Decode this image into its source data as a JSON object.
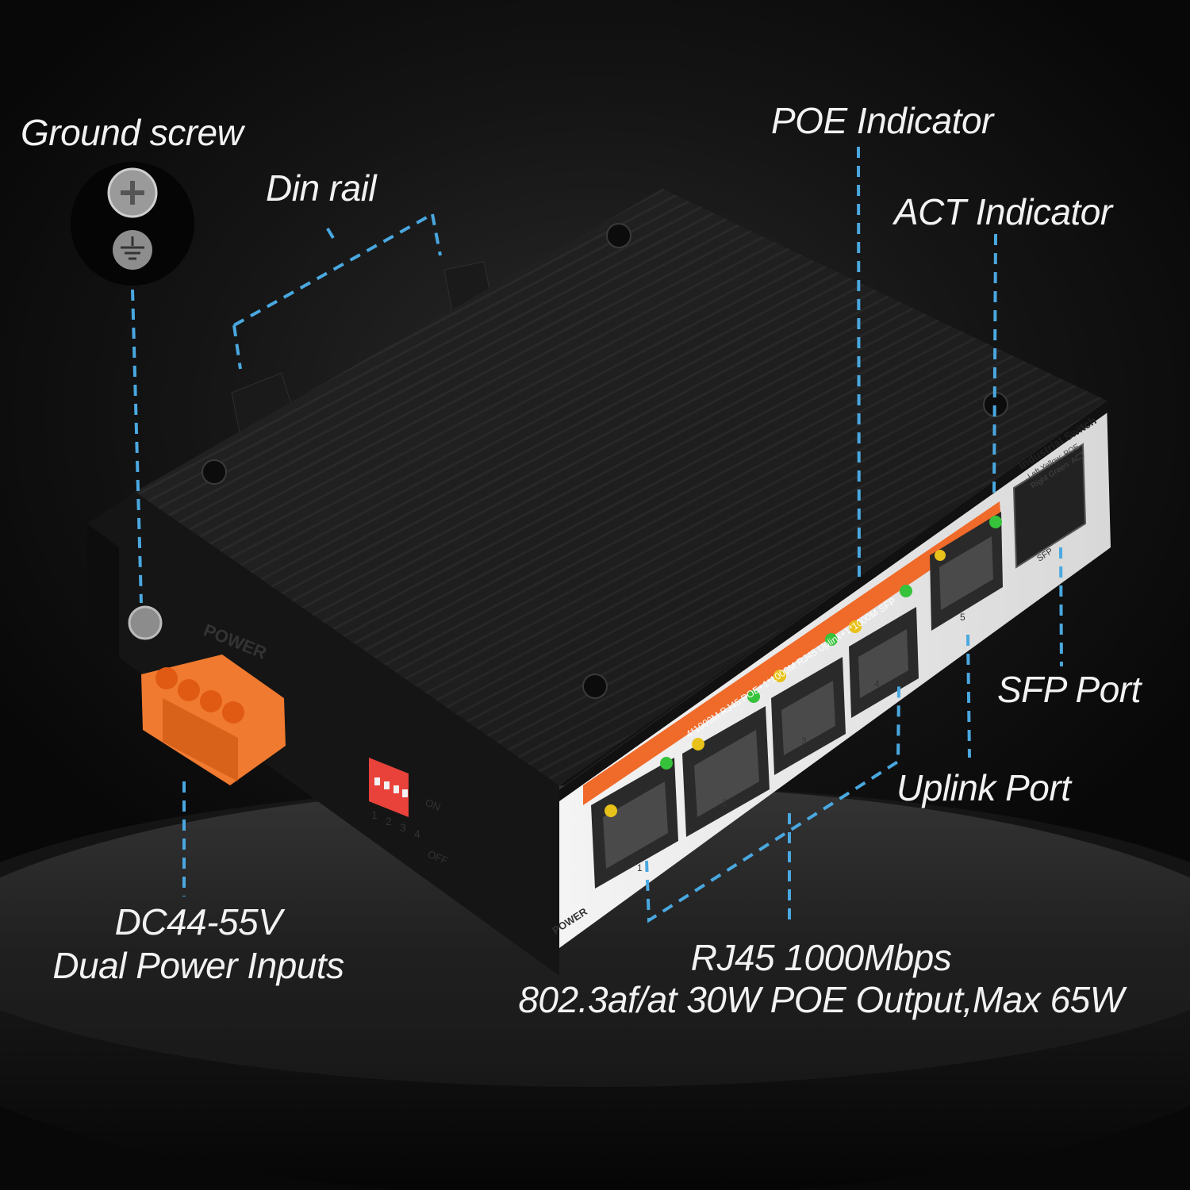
{
  "callouts": {
    "ground_screw": "Ground screw",
    "din_rail": "Din rail",
    "poe_indicator": "POE Indicator",
    "act_indicator": "ACT Indicator",
    "sfp_port": "SFP Port",
    "uplink_port": "Uplink Port",
    "power_line1": "DC44-55V",
    "power_line2": "Dual Power Inputs",
    "rj45_line1": "RJ45 1000Mbps",
    "rj45_line2": "802.3af/at 30W POE Output,Max 65W"
  },
  "device": {
    "brand_title": "Industrial Switch",
    "legend_left": "Left Yellow: POE",
    "legend_right": "Right Green: ACT",
    "strip_text": "4*1000M RJ45 POE+1*1000M RJ45 Uplink+1*1000M SFP",
    "power_terminal_label": "POWER",
    "power_led_label": "POWER",
    "sfp_label": "SFP",
    "port_numbers": [
      "1",
      "2",
      "3",
      "4",
      "5"
    ],
    "dip_numbers": [
      "1",
      "2",
      "3",
      "4"
    ],
    "dip_on": "ON",
    "dip_off": "OFF"
  },
  "colors": {
    "accent_orange": "#f06a2a",
    "callout_line": "#4aa8e0",
    "led_yellow": "#e8c21a",
    "led_green": "#36c23a"
  }
}
